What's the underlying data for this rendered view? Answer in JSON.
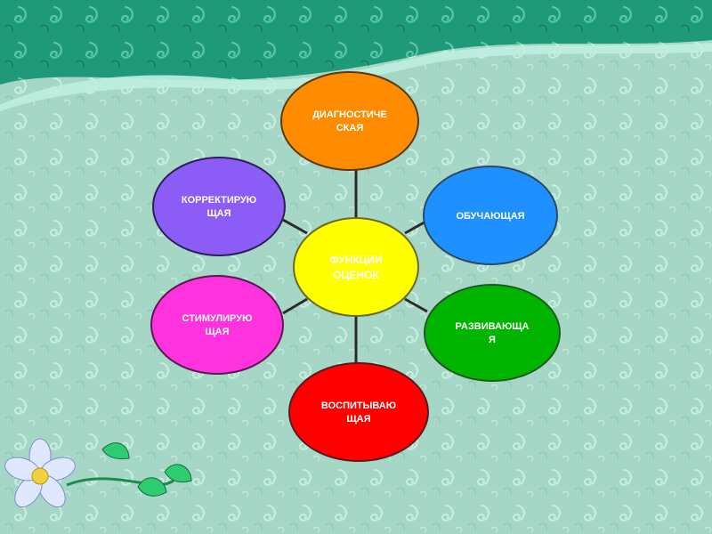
{
  "colors": {
    "background": "#a8d8c8",
    "banner": "#1f9a78",
    "connector": "#2b2b2b",
    "center": "#ffff00",
    "diagnostic": "#ff8c00",
    "teaching": "#1e90ff",
    "developing": "#00b400",
    "educating": "#ff0000",
    "stimulating": "#ff33dd",
    "correcting": "#8b5cf6"
  },
  "diagram": {
    "center": {
      "lines": [
        "ФУНКЦИИ",
        "ОЦЕНОК"
      ]
    },
    "nodes": [
      {
        "id": "diagnostic",
        "lines": [
          "ДИАГНОСТИЧЕ",
          "СКАЯ"
        ]
      },
      {
        "id": "teaching",
        "lines": [
          "ОБУЧАЮЩАЯ"
        ]
      },
      {
        "id": "developing",
        "lines": [
          "РАЗВИВАЮЩА",
          "Я"
        ]
      },
      {
        "id": "educating",
        "lines": [
          "ВОСПИТЫВАЮ",
          "ЩАЯ"
        ]
      },
      {
        "id": "stimulating",
        "lines": [
          "СТИМУЛИРУЮ",
          "ЩАЯ"
        ]
      },
      {
        "id": "correcting",
        "lines": [
          "КОРРЕКТИРУЮ",
          "ЩАЯ"
        ]
      }
    ]
  },
  "decoration": {
    "flower_icon": "flower-icon"
  }
}
